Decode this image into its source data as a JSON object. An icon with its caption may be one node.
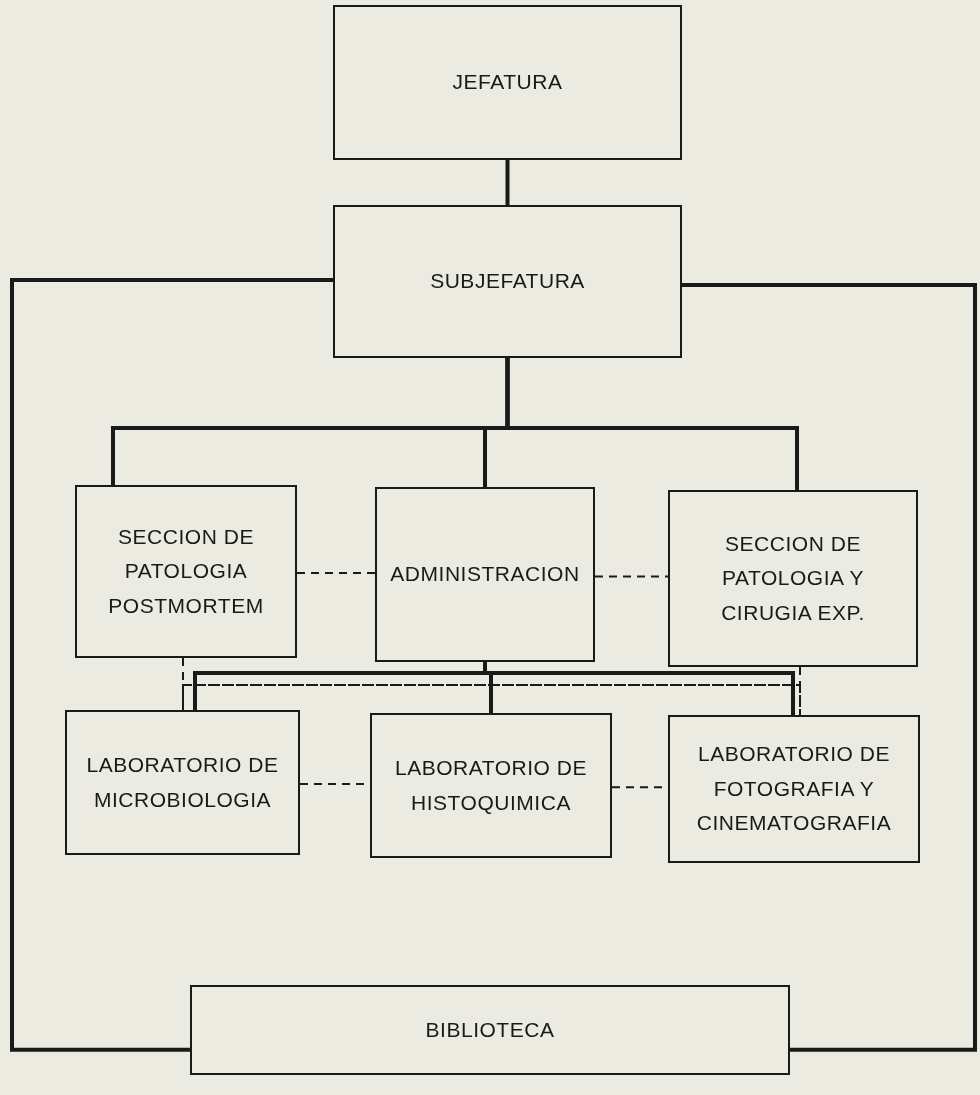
{
  "diagram": {
    "nodes": [
      {
        "text": [
          "JEFATURA"
        ]
      },
      {
        "text": [
          "SUBJEFATURA"
        ]
      },
      {
        "text": [
          "SECCION DE PATOLOGIA POSTMORTEM"
        ]
      },
      {
        "text": [
          "ADMINISTRACION"
        ]
      },
      {
        "text": [
          "SECCION DE PATOLOGIA Y CIRUGIA EXP."
        ]
      },
      {
        "text": [
          "LABORATORIO DE MICROBIOLOGIA"
        ]
      },
      {
        "text": [
          "LABORATORIO DE HISTOQUIMICA"
        ]
      },
      {
        "text": [
          "LABORATORIO DE FOTOGRAFIA Y CINEMATOGRAFIA"
        ]
      },
      {
        "text": [
          "BIBLIOTECA"
        ]
      }
    ],
    "edges": [
      {
        "from": 0,
        "to": 1,
        "arrow": "none"
      },
      {
        "from": 1,
        "to": 2,
        "arrow": "none"
      },
      {
        "from": 1,
        "to": 3,
        "arrow": "none"
      },
      {
        "from": 1,
        "to": 4,
        "arrow": "none"
      },
      {
        "from": 2,
        "to": 3,
        "arrow": "none",
        "style": "dashed"
      },
      {
        "from": 3,
        "to": 4,
        "arrow": "none",
        "style": "dashed"
      },
      {
        "from": 1,
        "to": 8,
        "arrow": "none"
      },
      {
        "from": 1,
        "to": 8,
        "arrow": "none"
      },
      {
        "from": 3,
        "to": 5,
        "arrow": "none"
      },
      {
        "from": 3,
        "to": 6,
        "arrow": "none"
      },
      {
        "from": 3,
        "to": 7,
        "arrow": "none"
      },
      {
        "from": 2,
        "to": 5,
        "arrow": "none",
        "style": "dashed"
      },
      {
        "from": 2,
        "to": 7,
        "arrow": "none",
        "style": "dashed"
      },
      {
        "from": 4,
        "to": 5,
        "arrow": "none",
        "style": "dashed"
      },
      {
        "from": 4,
        "to": 7,
        "arrow": "none",
        "style": "dashed"
      },
      {
        "from": 5,
        "to": 6,
        "arrow": "none",
        "style": "dashed"
      },
      {
        "from": 6,
        "to": 7,
        "arrow": "none",
        "style": "dashed"
      }
    ]
  }
}
